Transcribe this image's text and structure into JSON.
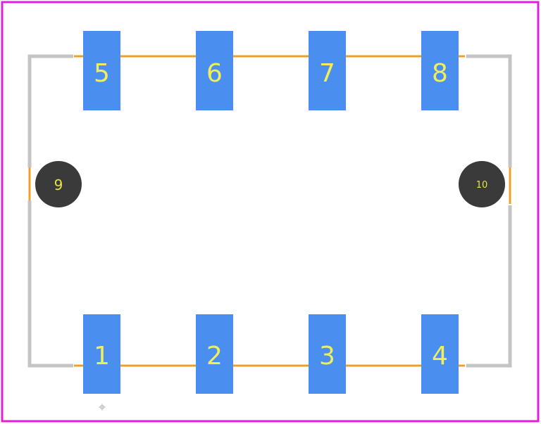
{
  "colors": {
    "background": "#ffffff",
    "border": "#e01ee0",
    "pad": "#4a8ff0",
    "pad_label": "#f0ef5a",
    "mount_hole": "#3a3a3a",
    "mount_label": "#e6e34a",
    "body_outline": "#c4c4c4",
    "orange_trace": "#f0a02a"
  },
  "pads": [
    {
      "id": "1",
      "label": "1"
    },
    {
      "id": "2",
      "label": "2"
    },
    {
      "id": "3",
      "label": "3"
    },
    {
      "id": "4",
      "label": "4"
    },
    {
      "id": "5",
      "label": "5"
    },
    {
      "id": "6",
      "label": "6"
    },
    {
      "id": "7",
      "label": "7"
    },
    {
      "id": "8",
      "label": "8"
    }
  ],
  "mount_holes": [
    {
      "id": "9",
      "label": "9"
    },
    {
      "id": "10",
      "label": "10"
    }
  ]
}
